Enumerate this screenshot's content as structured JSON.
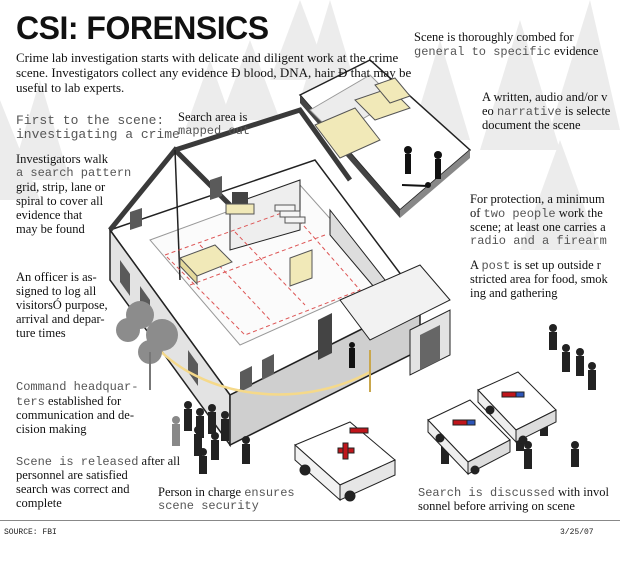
{
  "title": "CSI: FORENSICS",
  "intro": "Crime lab investigation starts with delicate and diligent work at the crime scene. Investigators collect any evidence Ð blood, DNA, hair Ð that may be useful to lab experts.",
  "labels": {
    "first_scene_l1": "First to the scene:",
    "first_scene_l2": "investigating a crime",
    "search_area_l1": "Search area is",
    "search_area_l2": "mapped out",
    "combed_l1": "Scene is thoroughly combed for",
    "combed_l2a": "general to specific",
    "combed_l2b": " evidence",
    "written_l1": "A written, audio and/or v",
    "written_l2a": "eo ",
    "written_l2b": "narrative",
    "written_l2c": " is selecte",
    "written_l3": "document the scene",
    "walk_l1": "Investigators walk",
    "walk_l2": "a search pattern",
    "walk_l3": "grid, strip, lane or",
    "walk_l4": "spiral to cover all",
    "walk_l5": "evidence that",
    "walk_l6": "may be found",
    "protect_l1": "For protection, a minimum",
    "protect_l2a": "of ",
    "protect_l2b": "two people",
    "protect_l2c": " work the",
    "protect_l3": "scene; at least one carries a",
    "protect_l4": "radio and a firearm",
    "officer_l1": "An officer is as-",
    "officer_l2": "signed to log all",
    "officer_l3": "visitorsÓ purpose,",
    "officer_l4": "arrival and depar-",
    "officer_l5": "ture times",
    "post_l1a": "A ",
    "post_l1b": "post",
    "post_l1c": " is set up outside r",
    "post_l2": "stricted area for food, smok",
    "post_l3": "ing and gathering",
    "command_l1": "Command headquar-",
    "command_l2a": "ters",
    "command_l2b": " established for",
    "command_l3": "communication and de-",
    "command_l4": "cision making",
    "released_l1a": "Scene is released",
    "released_l1b": " after all",
    "released_l2": "personnel are satisfied",
    "released_l3": "search was correct and",
    "released_l4": "complete",
    "charge_l1a": "Person in charge ",
    "charge_l1b": "ensures",
    "charge_l2": "scene security",
    "discussed_l1a": "Search is discussed",
    "discussed_l1b": " with invol",
    "discussed_l2": "sonnel before arriving on scene"
  },
  "footer": {
    "source": "SOURCE: FBI",
    "date": "3/25/07"
  },
  "colors": {
    "furniture": "#f1e9b8",
    "wall": "#d9d9d9",
    "roof": "#3a3a3a",
    "siren_red": "#c0151b",
    "siren_blue": "#2c55b8",
    "tape": "#f5d98a"
  }
}
